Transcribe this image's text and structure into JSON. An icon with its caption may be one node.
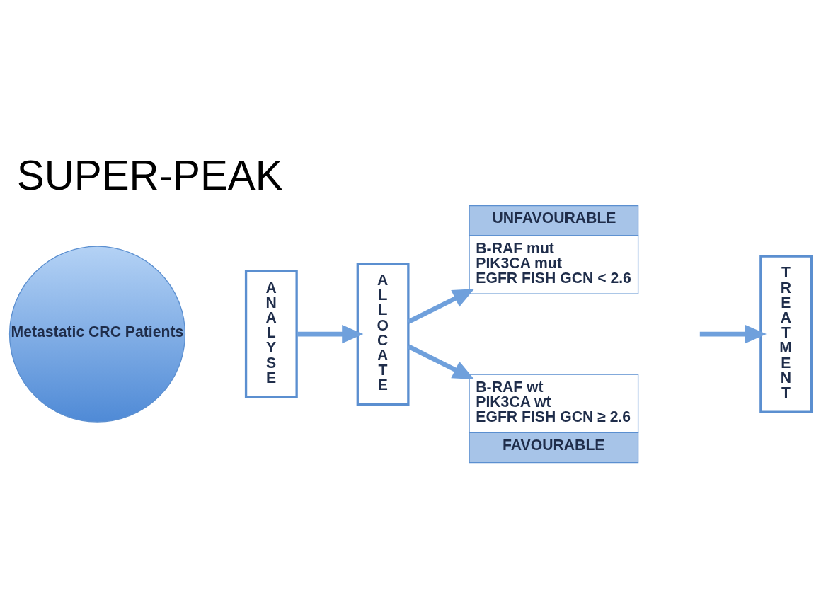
{
  "diagram": {
    "title": "SUPER-PEAK",
    "nodes": [
      {
        "text": [
          "Metastatic CRC Patients"
        ]
      },
      {
        "text": [
          "ANALYSE"
        ]
      },
      {
        "text": [
          "ALLOCATE"
        ]
      },
      {
        "text": [
          "UNFAVOURABLE",
          "B-RAF mut",
          "PIK3CA mut",
          "EGFR FISH GCN < 2.6"
        ]
      },
      {
        "text": [
          "B-RAF wt",
          "PIK3CA wt",
          "EGFR FISH GCN ≥ 2.6",
          "FAVOURABLE"
        ]
      },
      {
        "text": [
          "TREATMENT"
        ]
      }
    ],
    "edges": [
      {
        "from": 1,
        "to": 2,
        "arrow": "to"
      },
      {
        "from": 2,
        "to": 3,
        "arrow": "to"
      },
      {
        "from": 2,
        "to": 4,
        "arrow": "to"
      },
      {
        "from": null,
        "to": 5,
        "arrow": "to"
      }
    ]
  }
}
